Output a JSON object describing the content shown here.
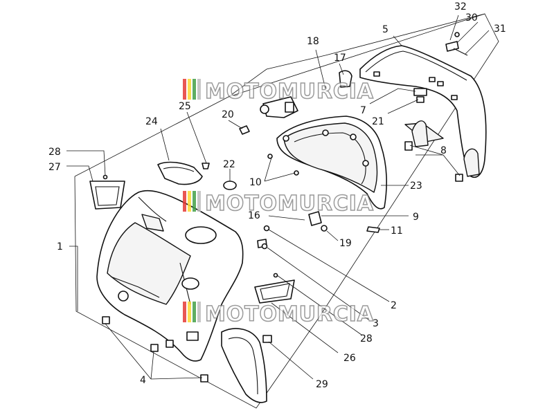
{
  "diagram": {
    "callouts": [
      "32",
      "30",
      "31",
      "5",
      "18",
      "17",
      "7",
      "21",
      "25",
      "20",
      "24",
      "8",
      "28",
      "27",
      "22",
      "10",
      "23",
      "9",
      "11",
      "16",
      "19",
      "1",
      "2",
      "3",
      "28",
      "26",
      "4",
      "29"
    ]
  },
  "watermark": {
    "text": "MOTOMURCIA",
    "colors": [
      "#e53935",
      "#fdd835",
      "#43a047",
      "#bdbdbd"
    ]
  }
}
